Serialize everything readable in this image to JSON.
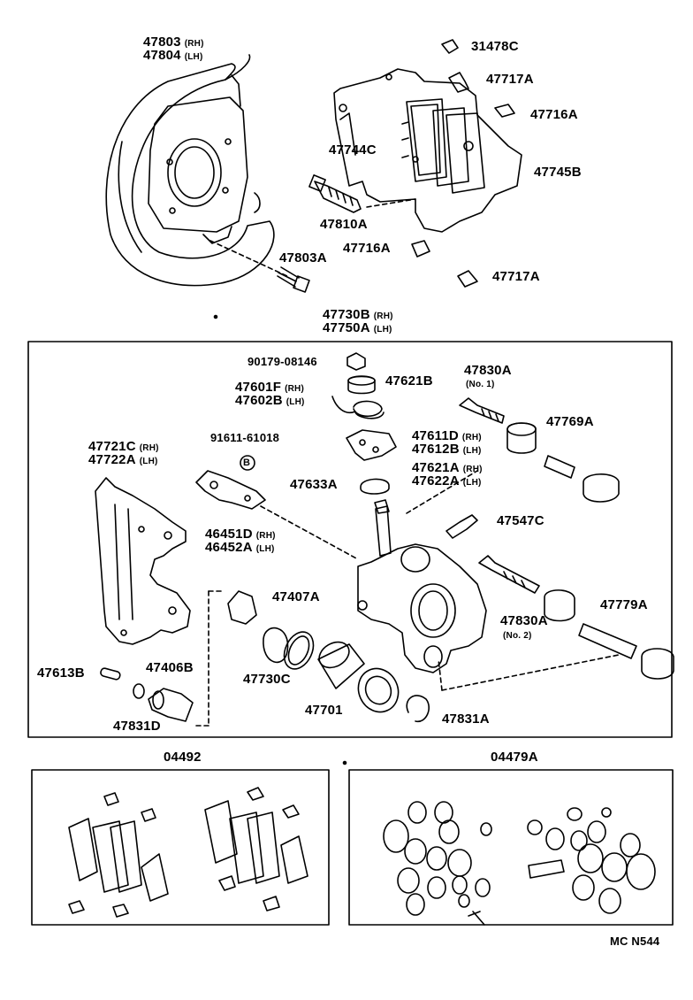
{
  "labels": {
    "p47803": "47803",
    "p47803_side": "(RH)",
    "p47804": "47804",
    "p47804_side": "(LH)",
    "p31478C": "31478C",
    "p47717A_top": "47717A",
    "p47716A_top": "47716A",
    "p47744C": "47744C",
    "p47745B": "47745B",
    "p47810A": "47810A",
    "p47716A_bot": "47716A",
    "p47717A_bot": "47717A",
    "p47803A": "47803A",
    "p47730B": "47730B",
    "p47730B_side": "(RH)",
    "p47750A": "47750A",
    "p47750A_side": "(LH)",
    "p90179": "90179-08146",
    "p47621B": "47621B",
    "p47830A_1": "47830A",
    "p47830A_1_note": "(No. 1)",
    "p47601F": "47601F",
    "p47601F_side": "(RH)",
    "p47602B": "47602B",
    "p47602B_side": "(LH)",
    "p47611D": "47611D",
    "p47611D_side": "(RH)",
    "p47612B": "47612B",
    "p47612B_side": "(LH)",
    "p47769A": "47769A",
    "p91611": "91611-61018",
    "p47721C": "47721C",
    "p47721C_side": "(RH)",
    "p47722A": "47722A",
    "p47722A_side": "(LH)",
    "p47621A": "47621A",
    "p47621A_side": "(RH)",
    "p47622A": "47622A",
    "p47622A_side": "(LH)",
    "p47633A": "47633A",
    "p47547C": "47547C",
    "p46451D": "46451D",
    "p46451D_side": "(RH)",
    "p46452A": "46452A",
    "p46452A_side": "(LH)",
    "p47407A": "47407A",
    "p47830A_2": "47830A",
    "p47830A_2_note": "(No. 2)",
    "p47779A": "47779A",
    "p47613B": "47613B",
    "p47406B": "47406B",
    "p47730C": "47730C",
    "p47701": "47701",
    "p47831A": "47831A",
    "p47831D": "47831D",
    "p04492": "04492",
    "p04479A": "04479A",
    "mark_b": "B",
    "footer_code": "MC N544"
  }
}
